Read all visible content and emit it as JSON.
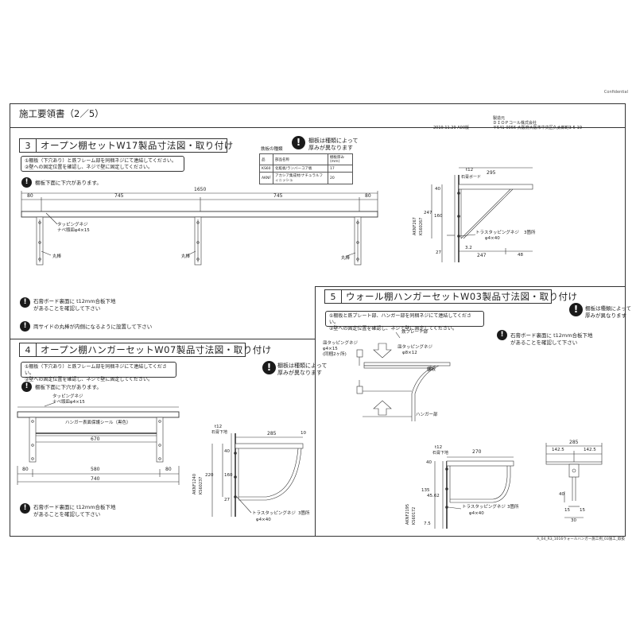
{
  "confidential": "Confidential",
  "title": "施工要領書（2／5）",
  "date": "2019.11.29 A00版",
  "maker": {
    "line1": "製造元",
    "line2": "ＤＩＯＰコール株式会社",
    "line3": "〒541-0056 大阪府大阪市中央区久太郎町3-5-19"
  },
  "footer": "A_04_R3_1016ウォールハンガー施工例_03施工_取扱",
  "sec3": {
    "num": "3",
    "title": "オープン棚セットW17製品寸法図・取り付け",
    "note1": "①棚板（下穴あり）と鉄フレーム部を同梱ネジにて連結してください。",
    "note2": "②壁への固定位置を確認し、ネジで壁に固定してください。",
    "table_label": "鉄板の種類",
    "table_rows": [
      [
        "品",
        "部品名称",
        "棚板厚み(mm)"
      ],
      [
        "KS60",
        "化粧板/ランバーコア板",
        "17"
      ],
      [
        "AKNF",
        "アカシア集成材/ナチュラルフィニッシュ",
        "20"
      ]
    ],
    "shelf_note": "棚板下面に下穴があります。",
    "screw": "タッピングネジ",
    "screw2": "ナベ頭皿φ4×15",
    "maru": "丸棒",
    "d1650": "1650",
    "d80a": "80",
    "d745a": "745",
    "d745b": "745",
    "d80b": "80",
    "caution_board": "棚板は種類によって",
    "caution_board2": "厚みが異なります",
    "side_left1": "AKNF267",
    "side_left2": "KS60267",
    "side_t12": "t12",
    "side_t12b": "石膏ボード",
    "side_295": "295",
    "side_40": "40",
    "side_247": "247",
    "side_160": "160",
    "side_27": "27",
    "side_32": "3.2",
    "side_247b": "247",
    "side_48": "48",
    "side_screw": "トラスタッピングネジ",
    "side_screw2": "φ4×40",
    "side_count": "3箇所",
    "warn1a": "石膏ボード裏面に t12mm合板下地",
    "warn1b": "があることを確認して下さい",
    "warn2": "両サイドの丸棒が内側になるように設置して下さい"
  },
  "sec4": {
    "num": "4",
    "title": "オープン棚ハンガーセットW07製品寸法図・取り付け",
    "note1": "①棚板（下穴あり）と鉄フレーム部を同梱ネジにて連結してください。",
    "note2": "②壁への固定位置を確認し、ネジで壁に固定してください。",
    "shelf_note": "棚板下面に下穴があります。",
    "screw": "タッピングネジ",
    "screw2": "ナベ頭皿φ4×15",
    "seal": "ハンガー表面保護シール（黒色）",
    "d670": "670",
    "d80a": "80",
    "d580": "580",
    "d80b": "80",
    "d740": "740",
    "caution1": "棚板は種類によって",
    "caution2": "厚みが異なります",
    "side_left1": "AKNF1240",
    "side_left2": "KS60237",
    "side_t12": "t12",
    "side_t12b": "石膏下地",
    "side_285": "285",
    "side_10": "10",
    "side_220": "220",
    "side_160": "160",
    "side_40": "40",
    "side_27": "27",
    "side_screw": "トラスタッピングネジ",
    "side_count": "3箇所",
    "side_screw2": "φ4×40",
    "warn1a": "石膏ボード裏面に t12mm合板下地",
    "warn1b": "があることを確認して下さい"
  },
  "sec5": {
    "num": "5",
    "title": "ウォール棚ハンガーセットW03製品寸法図・取り付け",
    "note1": "①棚板と鉄プレート部、ハンガー部を同梱ネジにて連結してください。",
    "note2": "②壁への固定位置を確認し、ネジで壁に固定してください。",
    "caution1": "棚板は種類によって",
    "caution2": "厚みが異なります",
    "warn1a": "石膏ボード裏面に t12mm合板下地",
    "warn1b": "があることを確認して下さい",
    "plate": "鉄プレート部",
    "screw_a": "皿タッピングネジ",
    "screw_a2": "φ4×15",
    "screw_a3": "(同梱2ヶ所)",
    "screw_b": "皿タッピングネジ",
    "screw_b2": "φ8×12",
    "board": "棚板",
    "hanger": "ハンガー部",
    "side_left1": "AKNF2195",
    "side_left2": "KS60172",
    "side_t12": "t12",
    "side_t12b": "石膏下地",
    "side_270": "270",
    "side_40": "40",
    "side_135": "135",
    "side_4562": "45.62",
    "side_75": "7.5",
    "side_screw": "トラスタッピングネジ",
    "side_count": "3箇所",
    "side_screw2": "φ4×40",
    "front_285": "285",
    "front_1425a": "142.5",
    "front_1425b": "142.5",
    "front_40": "40",
    "front_15a": "15",
    "front_15b": "15",
    "front_30": "30"
  }
}
